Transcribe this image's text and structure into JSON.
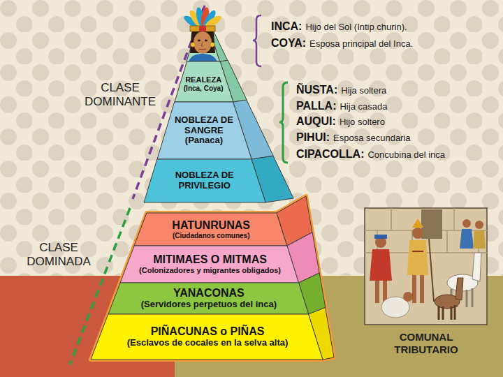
{
  "diagram": {
    "nodes": [
      {
        "text": [
          "REALEZA",
          "(Inca, Coya)"
        ]
      },
      {
        "text": [
          "NOBLEZA DE SANGRE",
          "(Panaca)"
        ]
      },
      {
        "text": [
          "NOBLEZA DE PRIVILEGIO"
        ]
      },
      {
        "text": [
          "HATUNRUNAS",
          "(Ciudadanos comunes)"
        ]
      },
      {
        "text": [
          "MITIMAES O MITMAS",
          "(Colonizadores y migrantes obligados)"
        ]
      },
      {
        "text": [
          "YANACONAS",
          "(Servidores perpetuos del inca)"
        ]
      },
      {
        "text": [
          "PIÑACUNAS o PIÑAS",
          "(Esclavos de cocales en la selva alta)"
        ]
      }
    ],
    "labels": [
      "CLASE DOMINANTE",
      "INCA:",
      "Hijo del Sol (Intip churin).",
      "COYA:",
      "Esposa principal del Inca.",
      "ÑUSTA:",
      "Hija soltera",
      "PALLA:",
      "Hija casada",
      "AUQUI:",
      "Hijo soltero",
      "PIHUI:",
      "Esposa secundaria",
      "CIPACOLLA:",
      "Concubina del inca",
      "CLASE DOMINADA",
      "COMUNAL TRIBUTARIO"
    ]
  }
}
